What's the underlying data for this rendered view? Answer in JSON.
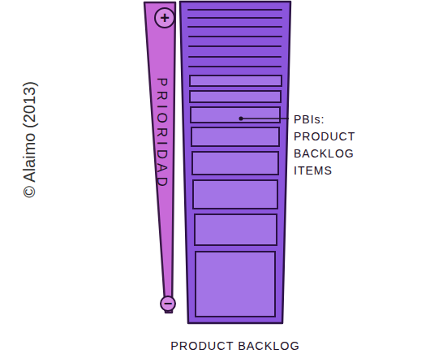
{
  "diagram": {
    "nodes": [
      {
        "text": [
          "+",
          "PRIORIDAD",
          "−"
        ]
      },
      {
        "text": [
          "PRODUCT BACKLOG"
        ]
      }
    ],
    "labels": [
      "© Alaimo (2013)",
      "PBIs: PRODUCT BACKLOG ITEMS"
    ]
  }
}
